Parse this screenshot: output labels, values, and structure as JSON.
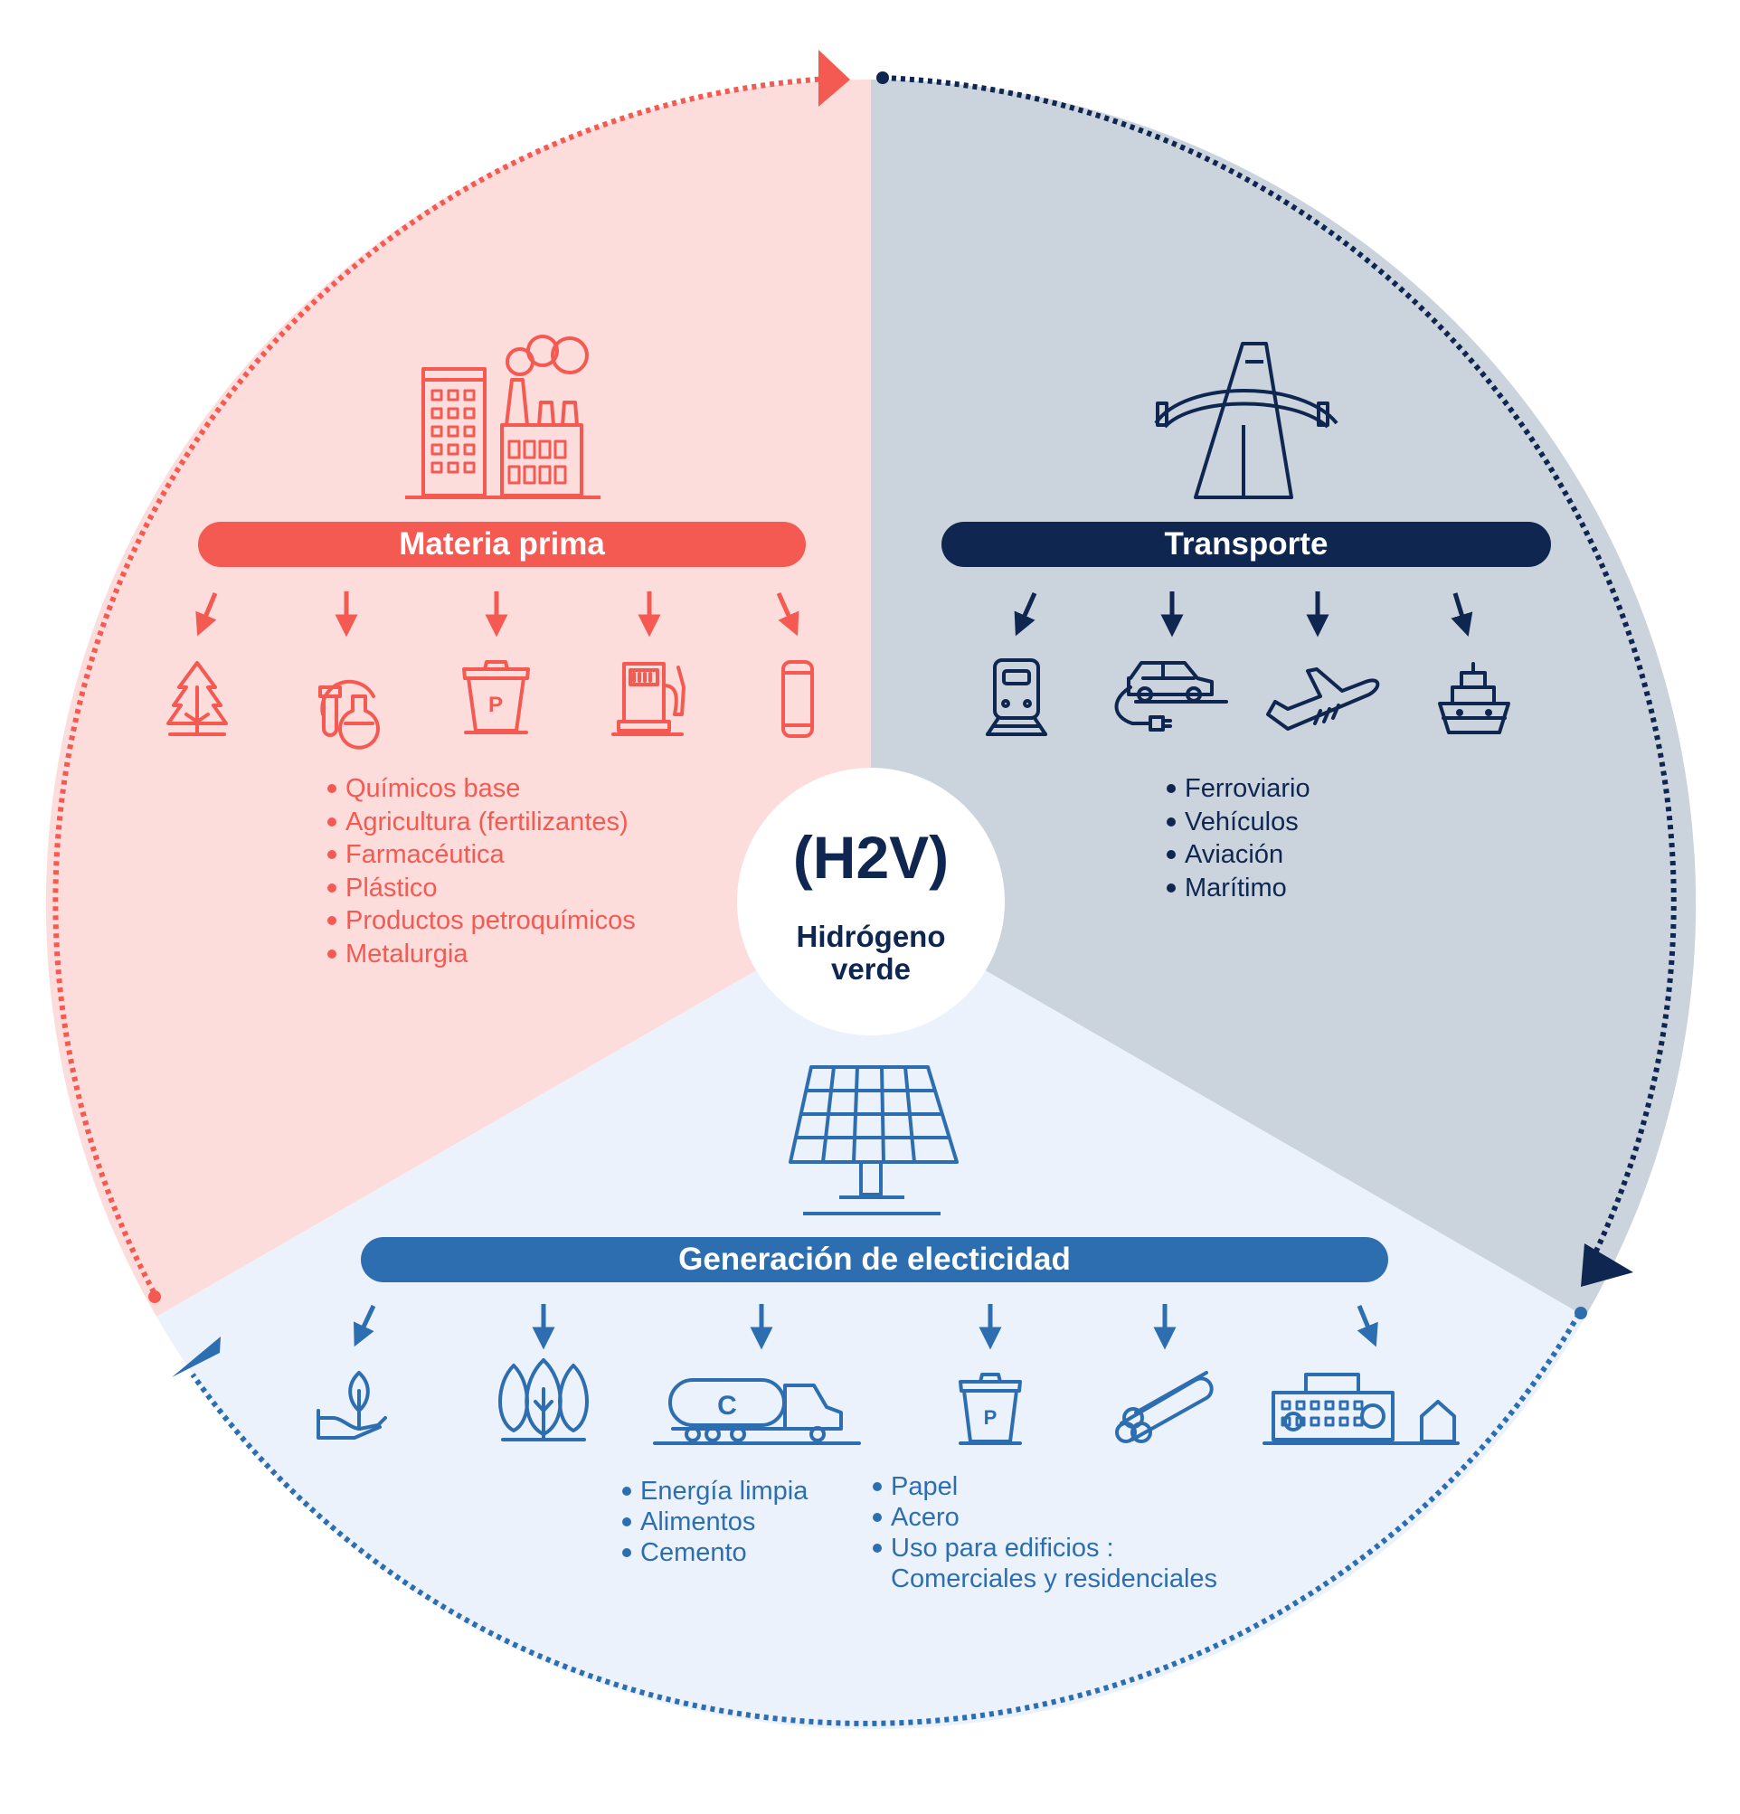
{
  "center": {
    "title": "(H2V)",
    "subtitle": "Hidrógeno verde"
  },
  "colors": {
    "red": "#f55a52",
    "navy": "#0e2650",
    "blue": "#2d6eb0",
    "red_bg": "#fddcdc",
    "navy_bg": "#cbd3dd",
    "blue_bg": "#ecf2fb"
  },
  "sections": {
    "materia_prima": {
      "label": "Materia prima",
      "header_icon": "factory-icon",
      "icons": [
        "tree-icon",
        "lab-flask-icon",
        "recycle-bin-icon",
        "fuel-pump-icon",
        "can-icon"
      ],
      "items": [
        "Químicos base",
        "Agricultura (fertilizantes)",
        "Farmacéutica",
        "Plástico",
        "Productos petroquímicos",
        "Metalurgia"
      ]
    },
    "transporte": {
      "label": "Transporte",
      "header_icon": "highway-bridge-icon",
      "icons": [
        "train-icon",
        "electric-car-icon",
        "airplane-icon",
        "ship-icon"
      ],
      "items": [
        "Ferroviario",
        "Vehículos",
        "Aviación",
        "Marítimo"
      ]
    },
    "generacion": {
      "label": "Generación de electicidad",
      "header_icon": "solar-panel-icon",
      "icons": [
        "plant-hand-icon",
        "forest-icon",
        "tanker-truck-icon",
        "recycle-bin-icon",
        "steel-pipes-icon",
        "buildings-icon"
      ],
      "items_left": [
        "Energía limpia",
        "Alimentos",
        "Cemento"
      ],
      "items_right": [
        "Papel",
        "Acero",
        "Uso para edificios :",
        "Comerciales y residenciales"
      ]
    }
  }
}
